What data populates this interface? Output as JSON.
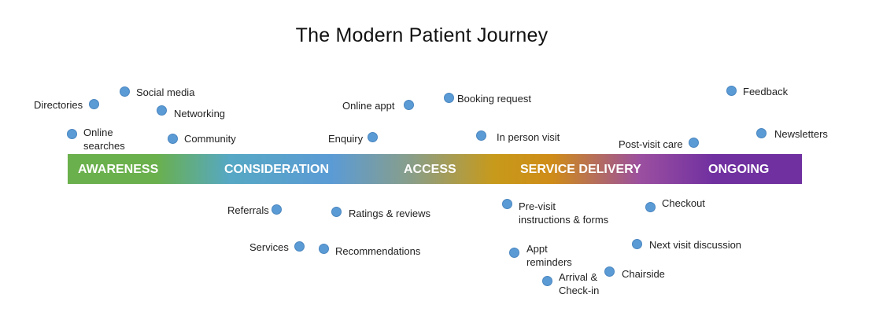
{
  "title": "The Modern Patient Journey",
  "phases": [
    "AWARENESS",
    "CONSIDERATION",
    "ACCESS",
    "SERVICE DELIVERY",
    "ONGOING"
  ],
  "touchpoints": {
    "directories": "Directories",
    "social_media": "Social media",
    "networking": "Networking",
    "online_searches_1": "Online",
    "online_searches_2": "searches",
    "community": "Community",
    "online_appt": "Online appt",
    "booking_request": "Booking request",
    "enquiry": "Enquiry",
    "in_person_visit": "In person visit",
    "feedback": "Feedback",
    "post_visit_care": "Post-visit care",
    "newsletters": "Newsletters",
    "referrals": "Referrals",
    "ratings_reviews": "Ratings & reviews",
    "services": "Services",
    "recommendations": "Recommendations",
    "pre_visit_1": "Pre-visit",
    "pre_visit_2": "instructions & forms",
    "checkout": "Checkout",
    "next_visit": "Next visit discussion",
    "appt_reminders_1": "Appt",
    "appt_reminders_2": "reminders",
    "chairside": "Chairside",
    "arrival_1": "Arrival &",
    "arrival_2": "Check-in"
  }
}
